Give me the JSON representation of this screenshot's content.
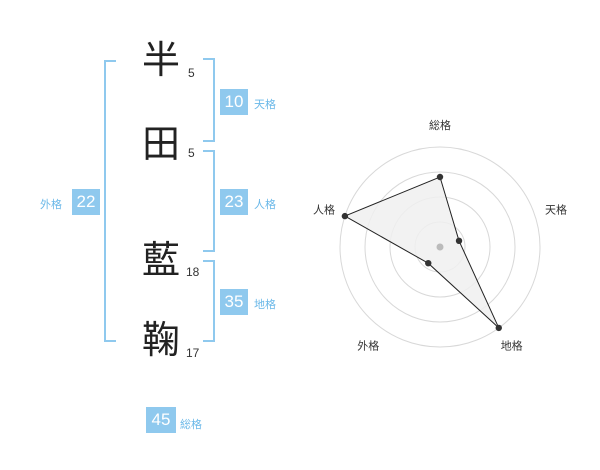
{
  "name_chars": [
    {
      "char": "半",
      "strokes": "5"
    },
    {
      "char": "田",
      "strokes": "5"
    },
    {
      "char": "藍",
      "strokes": "18"
    },
    {
      "char": "鞠",
      "strokes": "17"
    }
  ],
  "fortunes": {
    "tenkaku": {
      "label": "天格",
      "value": "10"
    },
    "jinkaku": {
      "label": "人格",
      "value": "23"
    },
    "chikaku": {
      "label": "地格",
      "value": "35"
    },
    "gaikaku": {
      "label": "外格",
      "value": "22"
    },
    "soukaku": {
      "label": "総格",
      "value": "45"
    }
  },
  "chart_data": {
    "type": "radar",
    "axes": [
      "総格",
      "天格",
      "地格",
      "外格",
      "人格"
    ],
    "values": [
      0.7,
      0.2,
      1.0,
      0.2,
      1.0
    ],
    "rings": 4,
    "colors": {
      "ring": "#d8d8d8",
      "fill": "#f0f0f0",
      "line": "#222222",
      "point": "#333333",
      "center": "#bbbbbb"
    }
  }
}
